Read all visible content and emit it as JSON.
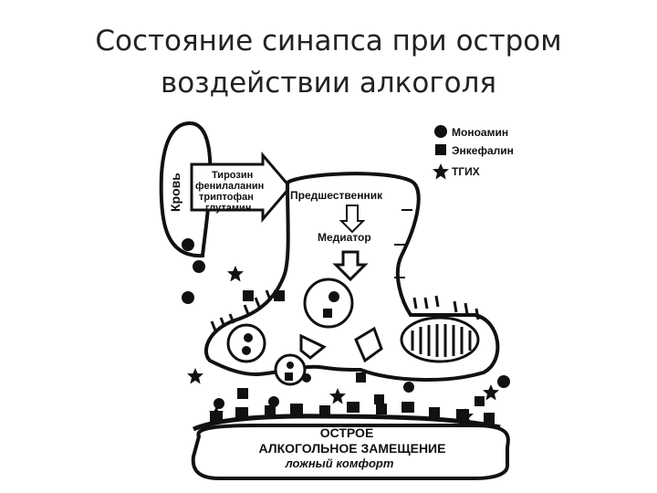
{
  "slide": {
    "title_line1": "Состояние синапса при остром",
    "title_line2": "воздействии алкоголя"
  },
  "diagram": {
    "blood_label": "Кровь",
    "amino_acids": [
      "Тирозин",
      "фенилаланин",
      "триптофан",
      "глутамин"
    ],
    "precursor_label": "Предшественник",
    "mediator_label": "Медиатор",
    "legend": [
      {
        "label": "Моноамин",
        "icon": "circle-icon"
      },
      {
        "label": "Энкефалин",
        "icon": "square-icon"
      },
      {
        "label": "ТГИХ",
        "icon": "star-icon"
      }
    ],
    "bottom_lines": [
      "ОСТРОЕ",
      "АЛКОГОЛЬНОЕ ЗАМЕЩЕНИЕ",
      "ложный комфорт"
    ],
    "colors": {
      "ink": "#111111",
      "background": "#ffffff"
    }
  }
}
